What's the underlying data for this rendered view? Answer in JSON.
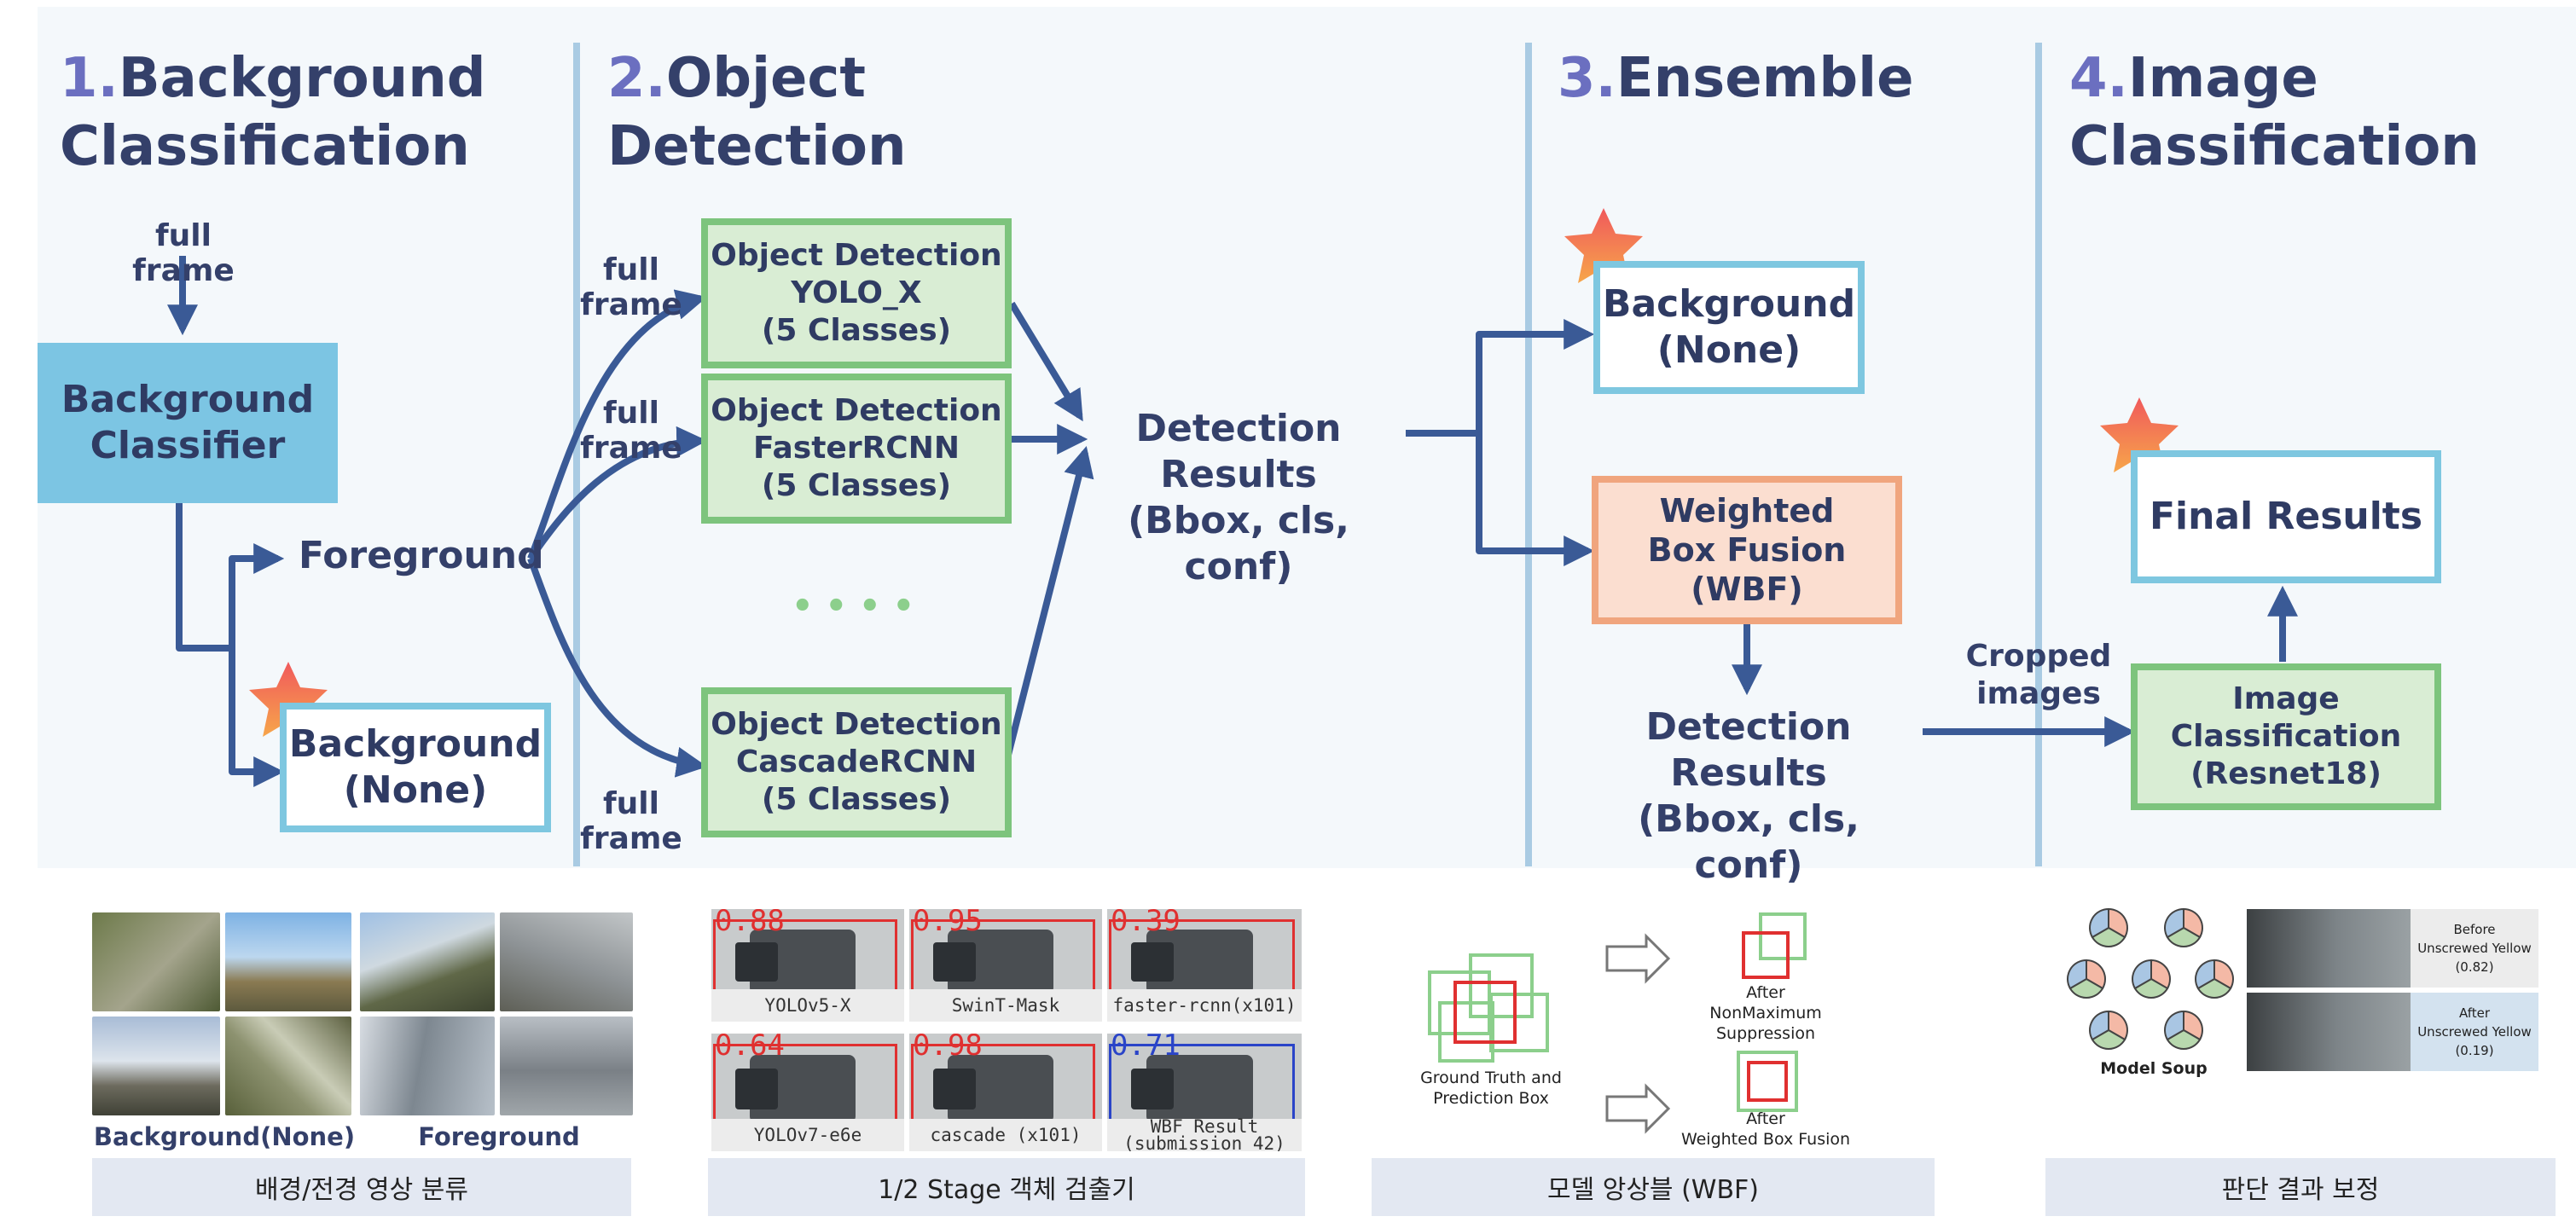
{
  "stages": [
    {
      "num": "1.",
      "title": "Background\nClassification"
    },
    {
      "num": "2.",
      "title": "Object\nDetection"
    },
    {
      "num": "3.",
      "title": "Ensemble"
    },
    {
      "num": "4.",
      "title": "Image\nClassification"
    }
  ],
  "stage1": {
    "input_label": "full frame",
    "classifier": "Background\nClassifier",
    "foreground": "Foreground",
    "background_none": "Background\n(None)"
  },
  "stage2": {
    "full_frame_1": "full frame",
    "full_frame_2": "full frame",
    "full_frame_3": "full frame",
    "yolo": "Object Detection\nYOLO_X\n(5 Classes)",
    "faster": "Object Detection\nFasterRCNN\n(5 Classes)",
    "cascade": "Object Detection\nCascadeRCNN\n(5 Classes)",
    "ellipsis": "• • • •",
    "detection_results": "Detection Results\n(Bbox, cls, conf)"
  },
  "stage3": {
    "background_none": "Background\n(None)",
    "wbf": "Weighted\nBox Fusion\n(WBF)",
    "detection_results": "Detection Results\n(Bbox, cls, conf)"
  },
  "stage4": {
    "cropped": "Cropped\nimages",
    "image_classification": "Image Classification\n(Resnet18)",
    "final_results": "Final Results"
  },
  "bottom": {
    "panel1": {
      "label_left": "Background(None)",
      "label_right": "Foreground",
      "caption": "배경/전경 영상 분류"
    },
    "panel2": {
      "caption": "1/2 Stage 객체 검출기",
      "items": [
        {
          "score": "0.88",
          "label": "YOLOv5-X"
        },
        {
          "score": "0.95",
          "label": "SwinT-Mask"
        },
        {
          "score": "0.39",
          "label": "faster-rcnn(x101)"
        },
        {
          "score": "0.64",
          "label": "YOLOv7-e6e"
        },
        {
          "score": "0.98",
          "label": "cascade (x101)"
        },
        {
          "score": "0.71",
          "label": "WBF Result\n(submission 42)"
        }
      ]
    },
    "panel3": {
      "caption": "모델 앙상블 (WBF)",
      "gt_label": "Ground Truth and\nPrediction Box",
      "nms_label": "After\nNonMaximum Suppression",
      "wbf_label": "After\nWeighted Box Fusion"
    },
    "panel4": {
      "caption": "판단 결과 보정",
      "model_soup": "Model Soup",
      "before": "Before\nUnscrewed Yellow (0.82)",
      "after": "After\nUnscrewed Yellow (0.19)"
    }
  },
  "colors": {
    "title": "#34406a",
    "number": "#6b6fc0",
    "arrow": "#3a5a96",
    "divider": "#a9cbe3",
    "green_border": "#7dc47d",
    "blue_border": "#7ec7e0",
    "orange_border": "#f0a57e",
    "star": "#f4754e"
  }
}
